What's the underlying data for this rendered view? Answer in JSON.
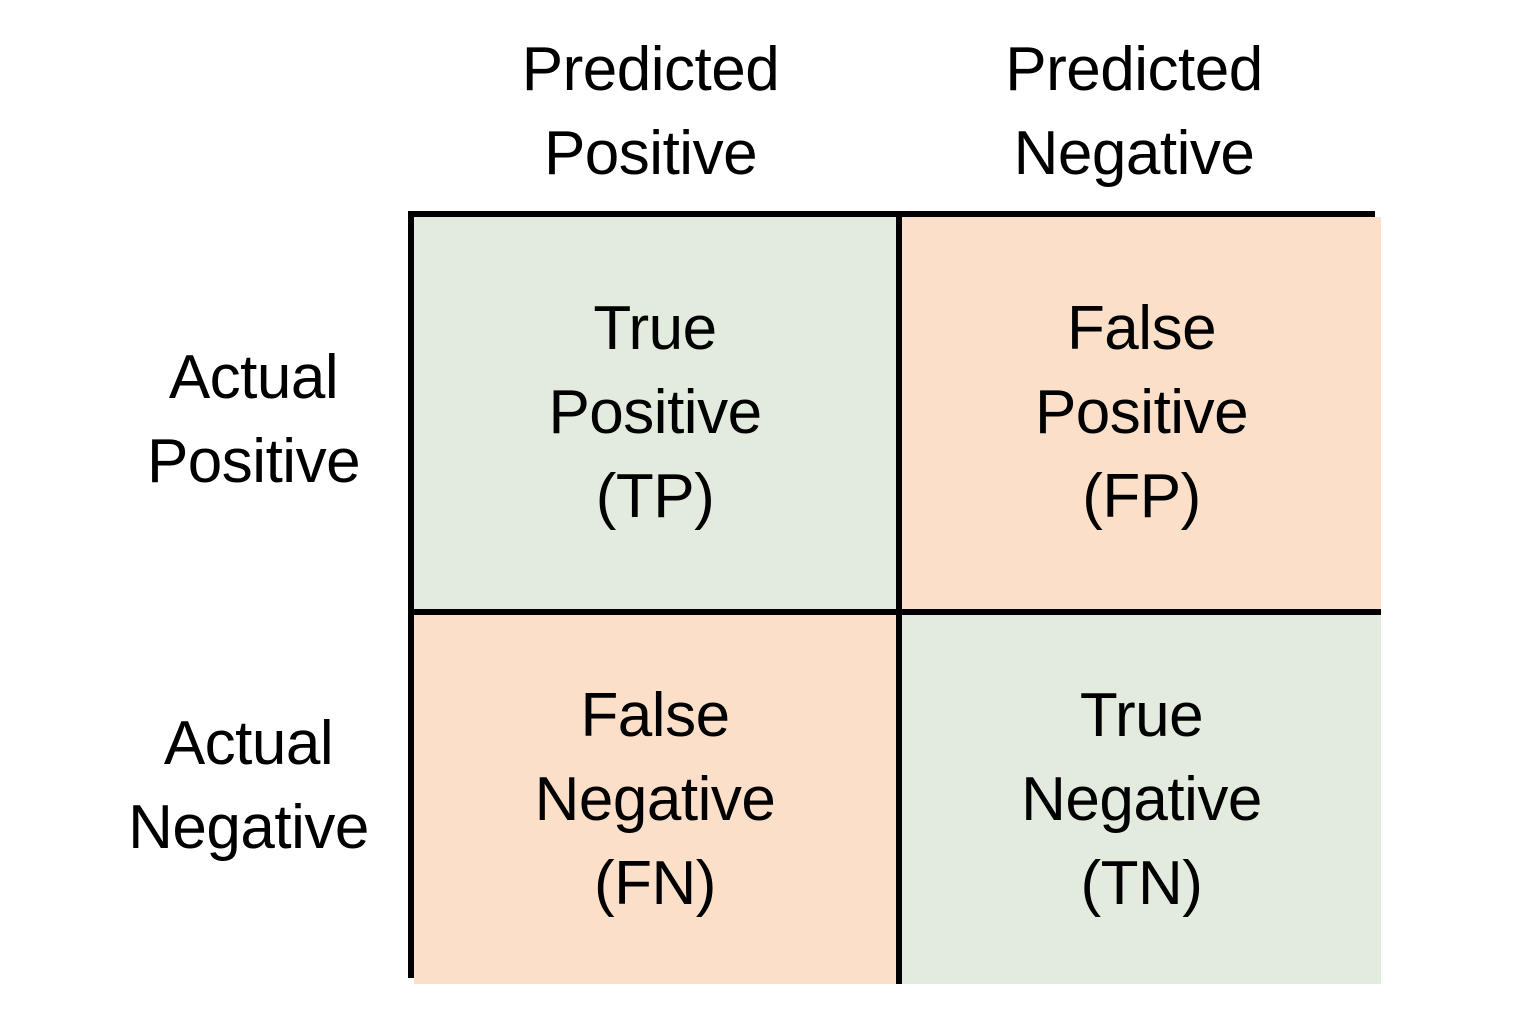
{
  "diagram": {
    "type": "confusion-matrix",
    "colors": {
      "correct_cell_background": "#e2ebdd",
      "incorrect_cell_background": "#fbdfc8",
      "border": "#000000",
      "text": "#000000",
      "page_background": "#ffffff"
    },
    "column_headers": [
      {
        "id": "predicted-positive",
        "label": "Predicted\nPositive"
      },
      {
        "id": "predicted-negative",
        "label": "Predicted\nNegative"
      }
    ],
    "row_headers": [
      {
        "id": "actual-positive",
        "label": "Actual\nPositive"
      },
      {
        "id": "actual-negative",
        "label": "Actual\nNegative"
      }
    ],
    "cells": [
      {
        "id": "true-positive",
        "row": "Actual Positive",
        "column": "Predicted Positive",
        "label": "True\nPositive\n(TP)",
        "abbreviation": "TP",
        "outcome": "correct",
        "background": "#e2ebdd"
      },
      {
        "id": "false-positive",
        "row": "Actual Positive",
        "column": "Predicted Negative",
        "label": "False\nPositive\n(FP)",
        "abbreviation": "FP",
        "outcome": "incorrect",
        "background": "#fbdfc8"
      },
      {
        "id": "false-negative",
        "row": "Actual Negative",
        "column": "Predicted Positive",
        "label": "False\nNegative\n(FN)",
        "abbreviation": "FN",
        "outcome": "incorrect",
        "background": "#fbdfc8"
      },
      {
        "id": "true-negative",
        "row": "Actual Negative",
        "column": "Predicted Negative",
        "label": "True\nNegative\n(TN)",
        "abbreviation": "TN",
        "outcome": "correct",
        "background": "#e2ebdd"
      }
    ]
  }
}
